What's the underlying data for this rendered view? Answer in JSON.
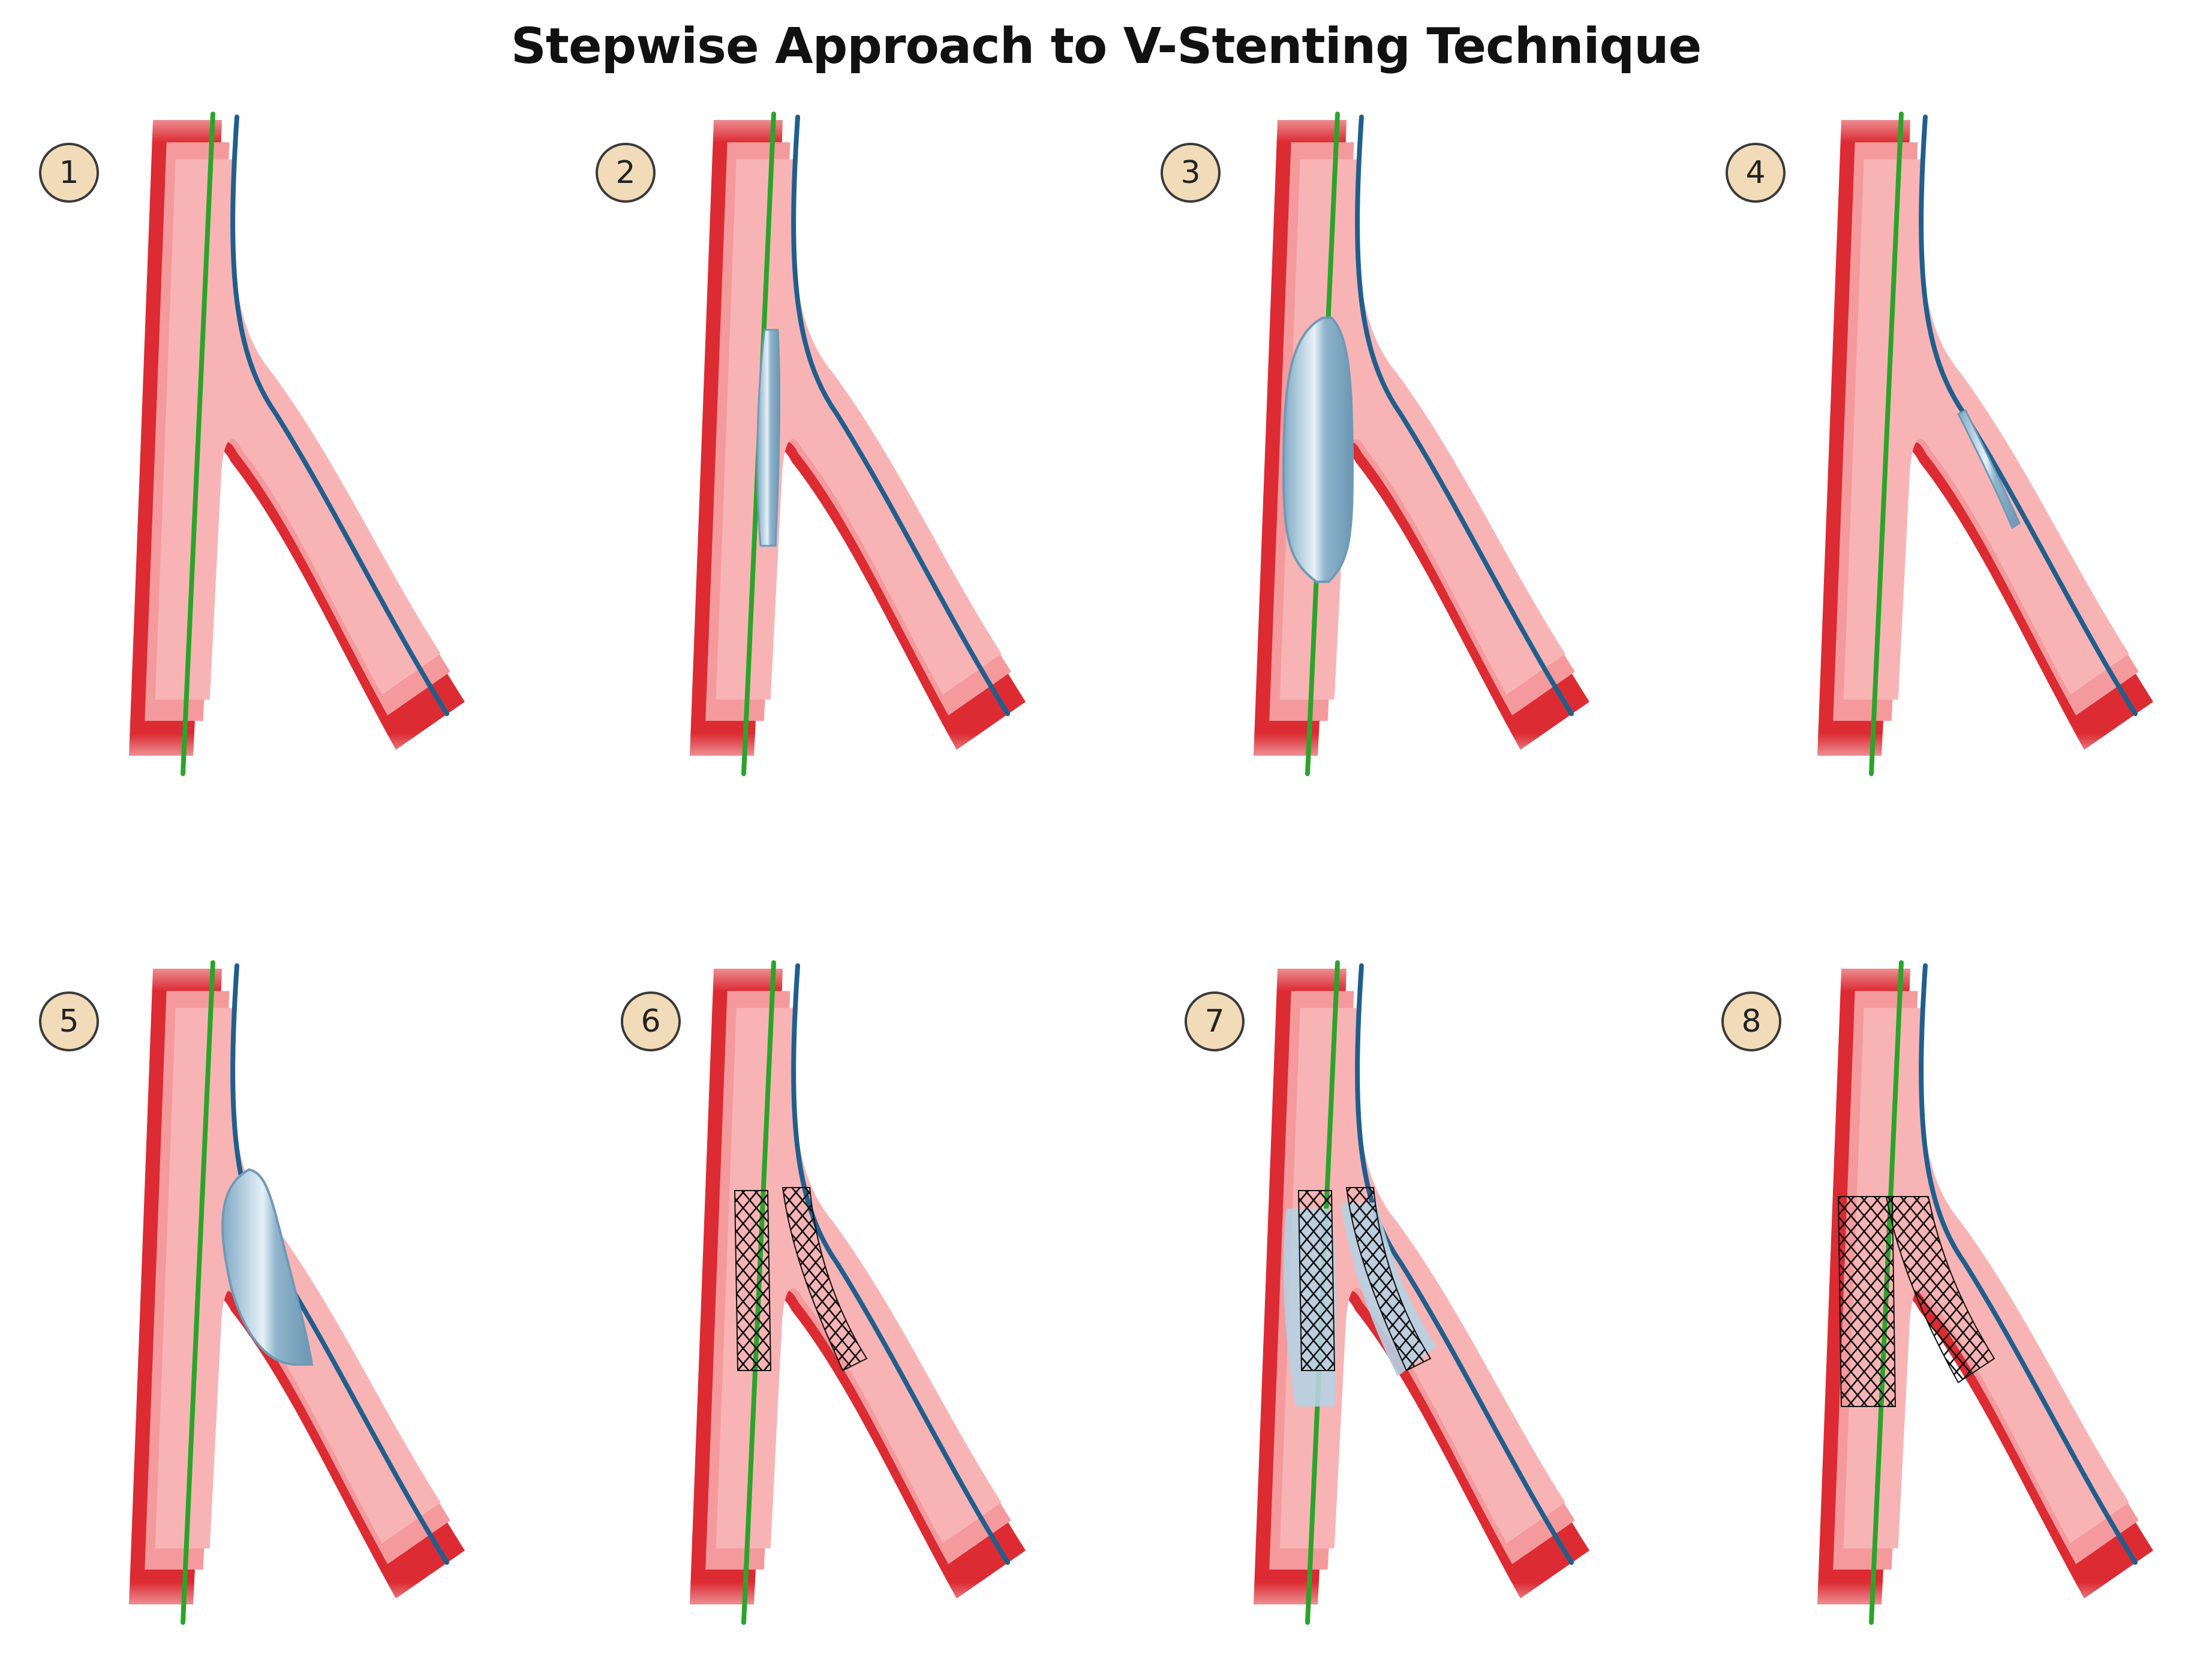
{
  "title": "Stepwise Approach to V-Stenting Technique",
  "colors": {
    "vessel_wall": "#dc2b33",
    "vessel_inner": "#f49a9d",
    "vessel_lumen": "#f8b4b5",
    "main_wire": "#2aa52a",
    "side_wire": "#1f5f8d",
    "balloon": "#a9cbe0",
    "stent_strut": "#111111",
    "badge_fill": "#f2dbb8"
  },
  "steps": [
    {
      "label": "1",
      "devices": []
    },
    {
      "label": "2",
      "devices": [
        "deflated-balloon-main-branch"
      ]
    },
    {
      "label": "3",
      "devices": [
        "inflated-balloon-main-branch"
      ]
    },
    {
      "label": "4",
      "devices": [
        "deflated-balloon-side-branch"
      ]
    },
    {
      "label": "5",
      "devices": [
        "inflated-balloon-side-branch"
      ]
    },
    {
      "label": "6",
      "devices": [
        "stent-main-branch",
        "stent-side-branch"
      ]
    },
    {
      "label": "7",
      "devices": [
        "kissing-balloons",
        "stent-main-branch",
        "stent-side-branch"
      ]
    },
    {
      "label": "8",
      "devices": [
        "deployed-v-stents"
      ]
    }
  ]
}
